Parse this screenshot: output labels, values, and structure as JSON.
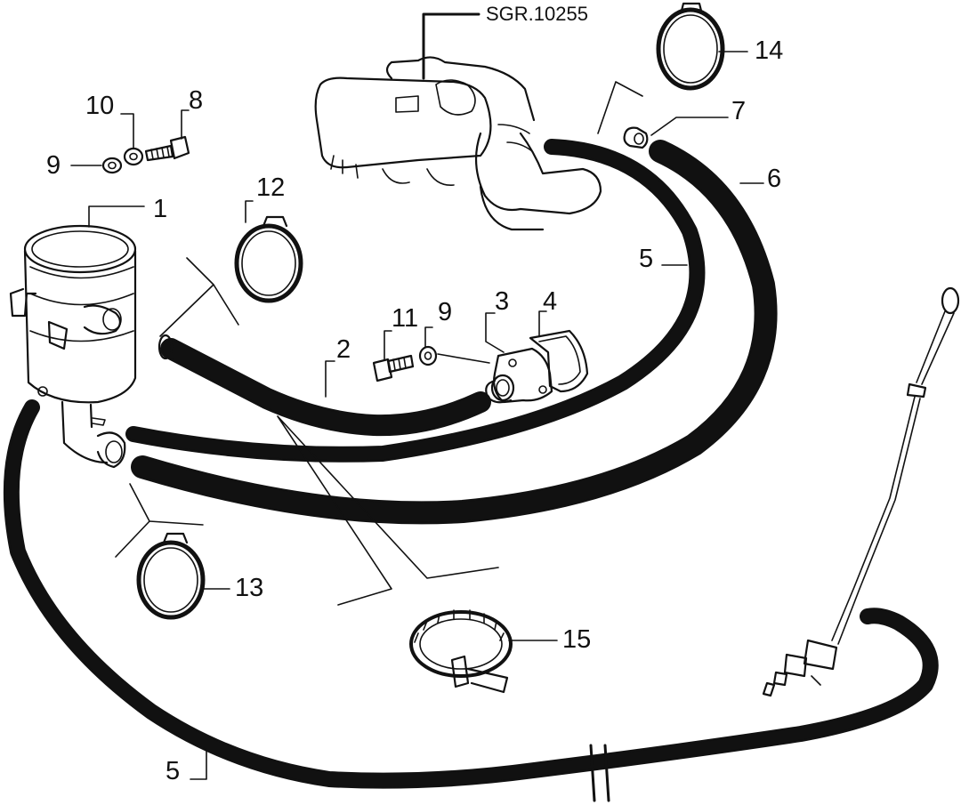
{
  "diagram": {
    "reference_code": "SGR.10255",
    "callouts": {
      "c1": "1",
      "c2": "2",
      "c3": "3",
      "c4": "4",
      "c5a": "5",
      "c5b": "5",
      "c6": "6",
      "c7": "7",
      "c8": "8",
      "c9a": "9",
      "c9b": "9",
      "c10": "10",
      "c11": "11",
      "c12": "12",
      "c13": "13",
      "c14": "14",
      "c15": "15"
    }
  }
}
